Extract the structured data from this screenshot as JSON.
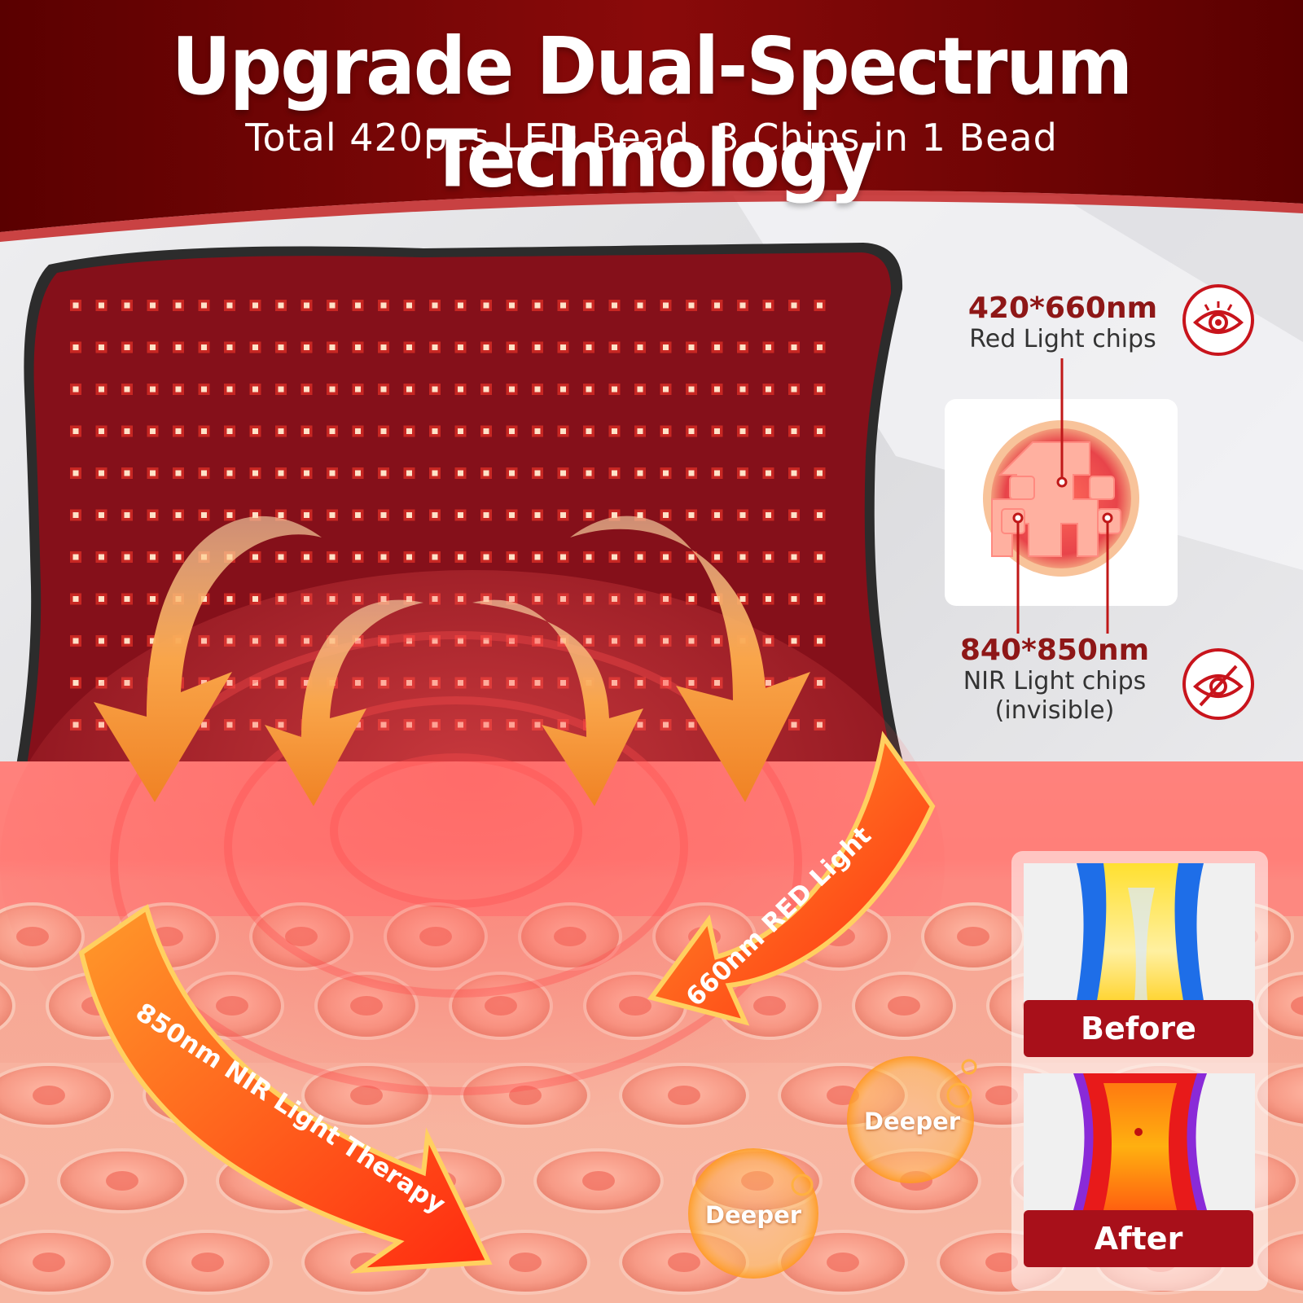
{
  "header": {
    "title": "Upgrade Dual-Spectrum Technology",
    "subtitle": "Total 420pcs LED Bead, 3 Chips in 1 Bead"
  },
  "chips": {
    "red": {
      "wavelength": "420*660nm",
      "label": "Red Light chips",
      "icon": "eye-icon"
    },
    "nir": {
      "wavelength": "840*850nm",
      "label": "NIR Light chips",
      "note": "(invisible)",
      "icon": "eye-slash-icon"
    }
  },
  "penetration": {
    "red_arrow": "660nm RED Light",
    "nir_arrow": "850nm NIR Light Therapy",
    "bubbles": [
      "Deeper",
      "Deeper"
    ]
  },
  "comparison": {
    "before": "Before",
    "after": "After"
  },
  "colors": {
    "brand_red": "#8e1717",
    "led": "#ff3b2b",
    "arrow_orange": "#f78a2b",
    "tag_red": "#a8101a"
  }
}
